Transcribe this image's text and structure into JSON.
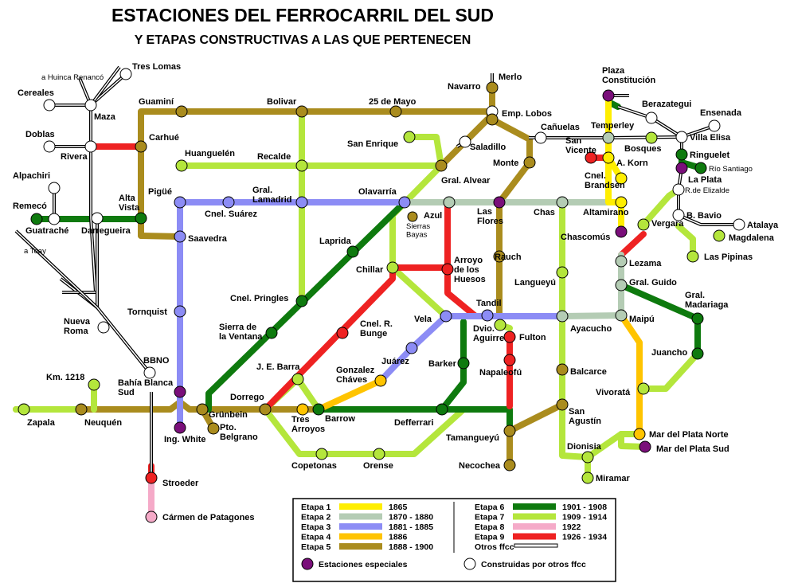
{
  "title": "ESTACIONES DEL FERROCARRIL DEL SUD",
  "subtitle": "Y ETAPAS CONSTRUCTIVAS A LAS QUE PERTENECEN",
  "colors": {
    "etapa1": "#ffee00",
    "etapa2": "#b4ccb4",
    "etapa3": "#8c8cf5",
    "etapa4": "#ffc400",
    "etapa5": "#aa8c1e",
    "etapa6": "#0e7a0e",
    "etapa7": "#b4e63c",
    "etapa8": "#f5aac8",
    "etapa9": "#ee2222",
    "special": "#7a0f7a",
    "other": "#ffffff"
  },
  "stations": [
    {
      "id": "tres-lomas",
      "label": "Tres Lomas",
      "type": "other"
    },
    {
      "id": "a-huinca",
      "label": "a Huinca Renancó",
      "type": "note"
    },
    {
      "id": "cereales",
      "label": "Cereales",
      "type": "other"
    },
    {
      "id": "maza",
      "label": "Maza",
      "type": "other"
    },
    {
      "id": "guamini",
      "label": "Guaminí",
      "type": "etapa5"
    },
    {
      "id": "bolivar",
      "label": "Bolivar",
      "type": "etapa5"
    },
    {
      "id": "25-de-mayo",
      "label": "25 de Mayo",
      "type": "etapa5"
    },
    {
      "id": "merlo",
      "label": "Merlo",
      "type": "other"
    },
    {
      "id": "navarro",
      "label": "Navarro",
      "type": "etapa5"
    },
    {
      "id": "emp-lobos",
      "label": "Emp. Lobos",
      "type": "etapa5"
    },
    {
      "id": "plaza-constitucion",
      "label": "Plaza Constitución",
      "type": "special"
    },
    {
      "id": "berazategui",
      "label": "Berazategui",
      "type": "other"
    },
    {
      "id": "ensenada",
      "label": "Ensenada",
      "type": "other"
    },
    {
      "id": "canuelas",
      "label": "Cañuelas",
      "type": "other"
    },
    {
      "id": "temperley",
      "label": "Temperley",
      "type": "etapa2"
    },
    {
      "id": "villa-elisa",
      "label": "Villa Elisa",
      "type": "other"
    },
    {
      "id": "bosques",
      "label": "Bosques",
      "type": "etapa7"
    },
    {
      "id": "doblas",
      "label": "Doblas",
      "type": "other"
    },
    {
      "id": "carhue",
      "label": "Carhué",
      "type": "etapa5"
    },
    {
      "id": "rivera",
      "label": "Rivera",
      "type": "other"
    },
    {
      "id": "san-enrique",
      "label": "San Enrique",
      "type": "etapa7"
    },
    {
      "id": "saladillo",
      "label": "Saladillo",
      "type": "other"
    },
    {
      "id": "monte",
      "label": "Monte",
      "type": "etapa5"
    },
    {
      "id": "san-vicente",
      "label": "San Vicente",
      "type": "etapa9"
    },
    {
      "id": "a-korn",
      "label": "A. Korn",
      "type": "etapa1"
    },
    {
      "id": "ringuelet",
      "label": "Ringuelet",
      "type": "etapa6"
    },
    {
      "id": "rio-santiago",
      "label": "Río Santiago",
      "type": "etapa6"
    },
    {
      "id": "la-plata",
      "label": "La Plata",
      "type": "special"
    },
    {
      "id": "huanguelen",
      "label": "Huanguelén",
      "type": "etapa7"
    },
    {
      "id": "recalde",
      "label": "Recalde",
      "type": "etapa7"
    },
    {
      "id": "gral-alvear",
      "label": "Gral. Alvear",
      "type": "etapa5"
    },
    {
      "id": "cnel-brandsen",
      "label": "Cnel. Brandsen",
      "type": "etapa1"
    },
    {
      "id": "r-de-elizalde",
      "label": "R.de Elizalde",
      "type": "other"
    },
    {
      "id": "alpachiri",
      "label": "Alpachiri",
      "type": "other"
    },
    {
      "id": "pigue",
      "label": "Pigüé",
      "type": "etapa3"
    },
    {
      "id": "gral-lamadrid",
      "label": "Gral. Lamadrid",
      "type": "etapa3"
    },
    {
      "id": "olavarria",
      "label": "Olavarría",
      "type": "etapa3"
    },
    {
      "id": "remeco",
      "label": "Remecó",
      "type": "etapa6"
    },
    {
      "id": "alta-vista",
      "label": "Alta Vista",
      "type": "etapa6"
    },
    {
      "id": "cnel-suarez",
      "label": "Cnel. Suárez",
      "type": "etapa3"
    },
    {
      "id": "azul",
      "label": "Azul",
      "type": "etapa2"
    },
    {
      "id": "las-flores",
      "label": "Las Flores",
      "type": "special"
    },
    {
      "id": "chas",
      "label": "Chas",
      "type": "etapa2"
    },
    {
      "id": "altamirano",
      "label": "Altamirano",
      "type": "etapa1"
    },
    {
      "id": "b-bavio",
      "label": "B. Bavio",
      "type": "other"
    },
    {
      "id": "atalaya",
      "label": "Atalaya",
      "type": "other"
    },
    {
      "id": "guatrache",
      "label": "Guatraché",
      "type": "other"
    },
    {
      "id": "darregueira",
      "label": "Darregueira",
      "type": "other"
    },
    {
      "id": "sierras-bayas",
      "label": "Sierras Bayas",
      "type": "etapa5"
    },
    {
      "id": "magdalena",
      "label": "Magdalena",
      "type": "etapa7"
    },
    {
      "id": "saavedra",
      "label": "Saavedra",
      "type": "etapa3"
    },
    {
      "id": "vergara",
      "label": "Vergara",
      "type": "etapa7"
    },
    {
      "id": "chascomus",
      "label": "Chascomús",
      "type": "special"
    },
    {
      "id": "a-toay",
      "label": "a Toay",
      "type": "note"
    },
    {
      "id": "laprida",
      "label": "Laprida",
      "type": "etapa6"
    },
    {
      "id": "lezama",
      "label": "Lezama",
      "type": "etapa2"
    },
    {
      "id": "las-pipinas",
      "label": "Las Pipinas",
      "type": "etapa7"
    },
    {
      "id": "chillar",
      "label": "Chillar",
      "type": "etapa7"
    },
    {
      "id": "arroyo-de-los-huesos",
      "label": "Arroyo de los Huesos",
      "type": "etapa9"
    },
    {
      "id": "rauch",
      "label": "Rauch",
      "type": "etapa5"
    },
    {
      "id": "langueyu",
      "label": "Langueyú",
      "type": "etapa7"
    },
    {
      "id": "gral-guido",
      "label": "Gral. Guido",
      "type": "etapa2"
    },
    {
      "id": "cnel-pringles",
      "label": "Cnel. Pringles",
      "type": "etapa6"
    },
    {
      "id": "gral-madariaga",
      "label": "Gral. Madariaga",
      "type": "etapa6"
    },
    {
      "id": "tandil",
      "label": "Tandil",
      "type": "etapa3"
    },
    {
      "id": "tornquist",
      "label": "Tornquist",
      "type": "etapa3"
    },
    {
      "id": "nueva-roma",
      "label": "Nueva Roma",
      "type": "other"
    },
    {
      "id": "vela",
      "label": "Vela",
      "type": "etapa3"
    },
    {
      "id": "ayacucho",
      "label": "Ayacucho",
      "type": "etapa2"
    },
    {
      "id": "maipu",
      "label": "Maipú",
      "type": "etapa2"
    },
    {
      "id": "sierra-de-la-ventana",
      "label": "Sierra de la Ventana",
      "type": "etapa6"
    },
    {
      "id": "cnel-r-bunge",
      "label": "Cnel. R. Bunge",
      "type": "etapa9"
    },
    {
      "id": "dvio-aguirre",
      "label": "Dvio. Aguirre",
      "type": "etapa7"
    },
    {
      "id": "fulton",
      "label": "Fulton",
      "type": "etapa9"
    },
    {
      "id": "juarez",
      "label": "Juárez",
      "type": "etapa3"
    },
    {
      "id": "juancho",
      "label": "Juancho",
      "type": "etapa6"
    },
    {
      "id": "bbno",
      "label": "BBNO",
      "type": "other"
    },
    {
      "id": "barker",
      "label": "Barker",
      "type": "etapa6"
    },
    {
      "id": "je-barra",
      "label": "J. E. Barra",
      "type": "etapa7"
    },
    {
      "id": "napaleufu",
      "label": "Napaleofú",
      "type": "etapa9"
    },
    {
      "id": "gonzalez-chaves",
      "label": "Gonzalez Cháves",
      "type": "etapa4"
    },
    {
      "id": "balcarce",
      "label": "Balcarce",
      "type": "etapa5"
    },
    {
      "id": "km-1218",
      "label": "Km. 1218",
      "type": "etapa7"
    },
    {
      "id": "bahia-blanca-sud",
      "label": "Bahía Blanca Sud",
      "type": "special"
    },
    {
      "id": "vivorata",
      "label": "Vivoratá",
      "type": "etapa7"
    },
    {
      "id": "zapala",
      "label": "Zapala",
      "type": "etapa7"
    },
    {
      "id": "neuquen",
      "label": "Neuquén",
      "type": "etapa5"
    },
    {
      "id": "dorrego",
      "label": "Dorrego",
      "type": "etapa5"
    },
    {
      "id": "grunbein",
      "label": "Grünbein",
      "type": "etapa5"
    },
    {
      "id": "defferrari",
      "label": "Defferrari",
      "type": "etapa6"
    },
    {
      "id": "barrow",
      "label": "Barrow",
      "type": "etapa6"
    },
    {
      "id": "tres-arroyos",
      "label": "Tres Arroyos",
      "type": "etapa4"
    },
    {
      "id": "san-agustin",
      "label": "San Agustín",
      "type": "etapa5"
    },
    {
      "id": "pto-belgrano",
      "label": "Pto. Belgrano",
      "type": "etapa5"
    },
    {
      "id": "ing-white",
      "label": "Ing. White",
      "type": "special"
    },
    {
      "id": "tamangueyu",
      "label": "Tamangueyú",
      "type": "etapa5"
    },
    {
      "id": "mdp-norte",
      "label": "Mar del Plata Norte",
      "type": "etapa4"
    },
    {
      "id": "dionisia",
      "label": "Dionisia",
      "type": "etapa7"
    },
    {
      "id": "mdp-sud",
      "label": "Mar del Plata Sud",
      "type": "special"
    },
    {
      "id": "copetonas",
      "label": "Copetonas",
      "type": "etapa7"
    },
    {
      "id": "orense",
      "label": "Orense",
      "type": "etapa7"
    },
    {
      "id": "necochea",
      "label": "Necochea",
      "type": "etapa5"
    },
    {
      "id": "miramar",
      "label": "Miramar",
      "type": "etapa7"
    },
    {
      "id": "stroeder",
      "label": "Stroeder",
      "type": "etapa9"
    },
    {
      "id": "carmen-de-patagones",
      "label": "Cármen de Patagones",
      "type": "etapa8"
    }
  ],
  "legend": {
    "stages": [
      {
        "label": "Etapa 1",
        "years": "1865",
        "color_key": "etapa1"
      },
      {
        "label": "Etapa 2",
        "years": "1870 - 1880",
        "color_key": "etapa2"
      },
      {
        "label": "Etapa 3",
        "years": "1881 - 1885",
        "color_key": "etapa3"
      },
      {
        "label": "Etapa 4",
        "years": "1886",
        "color_key": "etapa4"
      },
      {
        "label": "Etapa 5",
        "years": "1888 - 1900",
        "color_key": "etapa5"
      },
      {
        "label": "Etapa 6",
        "years": "1901 - 1908",
        "color_key": "etapa6"
      },
      {
        "label": "Etapa 7",
        "years": "1909 - 1914",
        "color_key": "etapa7"
      },
      {
        "label": "Etapa 8",
        "years": "1922",
        "color_key": "etapa8"
      },
      {
        "label": "Etapa 9",
        "years": "1926 - 1934",
        "color_key": "etapa9"
      }
    ],
    "other_lines": "Otros ffcc",
    "special_stations": "Estaciones especiales",
    "other_built": "Construidas por otros ffcc"
  }
}
